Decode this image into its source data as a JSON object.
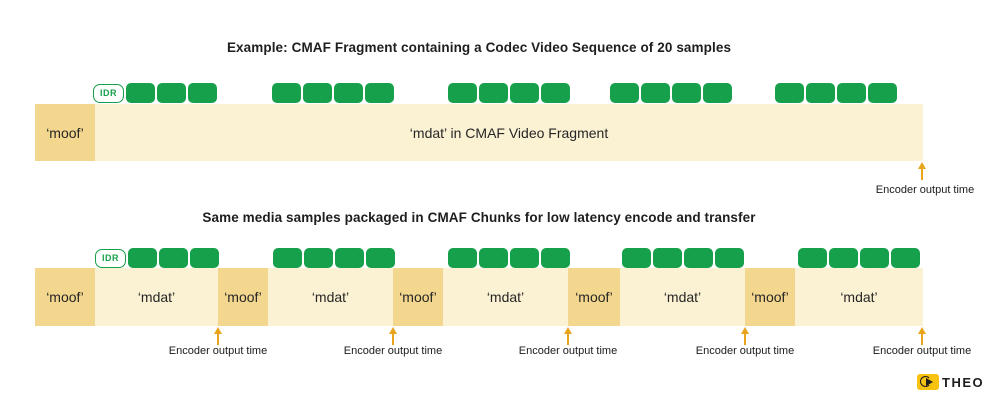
{
  "colors": {
    "green": "#17a04b",
    "moof": "#f4d78e",
    "mdat": "#fbf1d3",
    "arrow": "#e8a41d",
    "text": "#1e1e1e",
    "logo_yellow": "#f8c210"
  },
  "idr_label": "IDR",
  "fragment": {
    "title": "Example: CMAF Fragment containing a Codec Video Sequence of 20 samples",
    "groups": [
      {
        "has_idr": true,
        "sample_count": 3
      },
      {
        "sample_count": 4
      },
      {
        "sample_count": 4
      },
      {
        "sample_count": 4
      },
      {
        "sample_count": 4
      }
    ],
    "moof_label": "‘moof’",
    "mdat_label": "‘mdat’ in CMAF Video Fragment",
    "encoder_label": "Encoder output time"
  },
  "chunks": {
    "title": "Same media samples packaged in CMAF Chunks for low latency encode and transfer",
    "groups": [
      {
        "has_idr": true,
        "sample_count": 3
      },
      {
        "sample_count": 4
      },
      {
        "sample_count": 4
      },
      {
        "sample_count": 4
      },
      {
        "sample_count": 4
      }
    ],
    "sections": [
      {
        "type": "moof",
        "label": "‘moof’"
      },
      {
        "type": "mdat",
        "label": "‘mdat’"
      },
      {
        "type": "moof",
        "label": "‘moof’"
      },
      {
        "type": "mdat",
        "label": "‘mdat’"
      },
      {
        "type": "moof",
        "label": "‘moof’"
      },
      {
        "type": "mdat",
        "label": "‘mdat’"
      },
      {
        "type": "moof",
        "label": "‘moof’"
      },
      {
        "type": "mdat",
        "label": "‘mdat’"
      },
      {
        "type": "moof",
        "label": "‘moof’"
      },
      {
        "type": "mdat",
        "label": "‘mdat’"
      }
    ],
    "encoder_labels": [
      "Encoder output time",
      "Encoder output time",
      "Encoder output time",
      "Encoder output time",
      "Encoder output time"
    ]
  },
  "logo": {
    "text": "THEO"
  }
}
